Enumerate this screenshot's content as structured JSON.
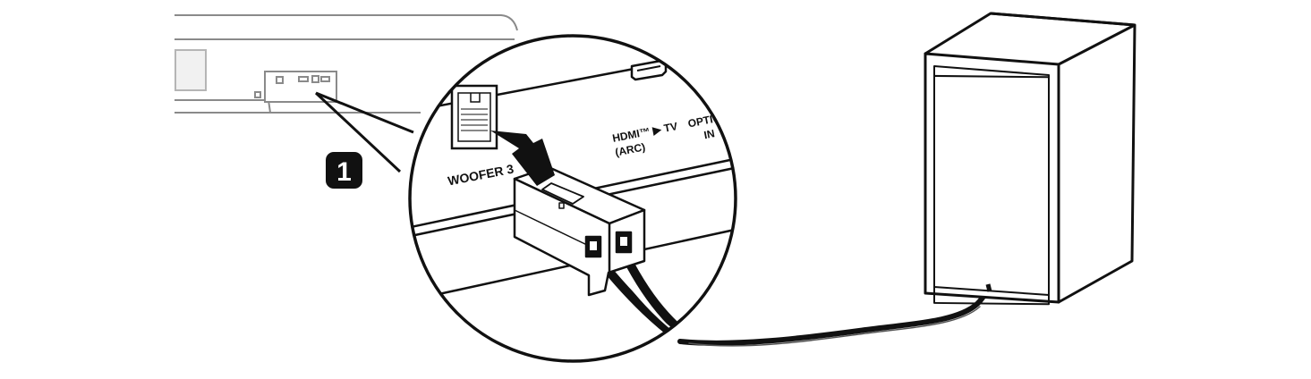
{
  "step_badge": "1",
  "labels": {
    "woofer": "WOOFER 3",
    "hdmi_line1": "HDMI™ ▶ TV",
    "hdmi_line2": "(ARC)",
    "optical_line1": "OPTIC",
    "optical_line2": "IN"
  },
  "icons": [
    "soundbar",
    "zoom-callout",
    "woofer-port",
    "hdmi-port-icon",
    "arrow-icon",
    "connector-plug",
    "cable",
    "subwoofer"
  ],
  "colors": {
    "line": "#111111",
    "fill": "#ffffff",
    "soundbar_line": "#8a8a8a",
    "badge": "#111111"
  }
}
